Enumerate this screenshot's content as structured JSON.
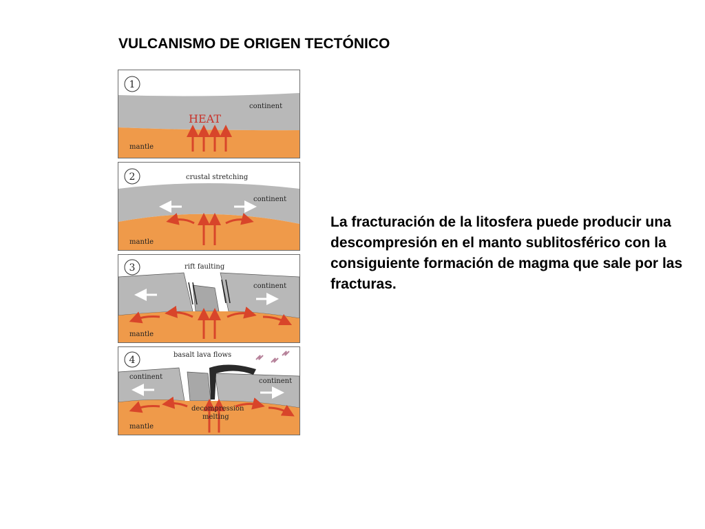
{
  "slide": {
    "title": "VULCANISMO DE ORIGEN TECTÓNICO",
    "body": "La fracturación de la litosfera puede producir una descompresión en el manto sublitosférico con la consiguiente formación de magma que sale por las fracturas."
  },
  "colors": {
    "crust": "#b8b8b8",
    "mantle": "#ef9a4a",
    "arrow": "#d8452a",
    "heat_text": "#c8322a",
    "lava": "#2a2a2a"
  },
  "diagram": {
    "panels": [
      {
        "number": "1",
        "labels": {
          "continent": "continent",
          "heat": "HEAT",
          "mantle": "mantle"
        }
      },
      {
        "number": "2",
        "labels": {
          "process": "crustal stretching",
          "continent": "continent",
          "mantle": "mantle"
        }
      },
      {
        "number": "3",
        "labels": {
          "process": "rift faulting",
          "continent": "continent",
          "mantle": "mantle"
        }
      },
      {
        "number": "4",
        "labels": {
          "process": "basalt lava flows",
          "continent_left": "continent",
          "continent_right": "continent",
          "decompression": "decompression",
          "melting": "melting",
          "mantle": "mantle"
        }
      }
    ]
  }
}
